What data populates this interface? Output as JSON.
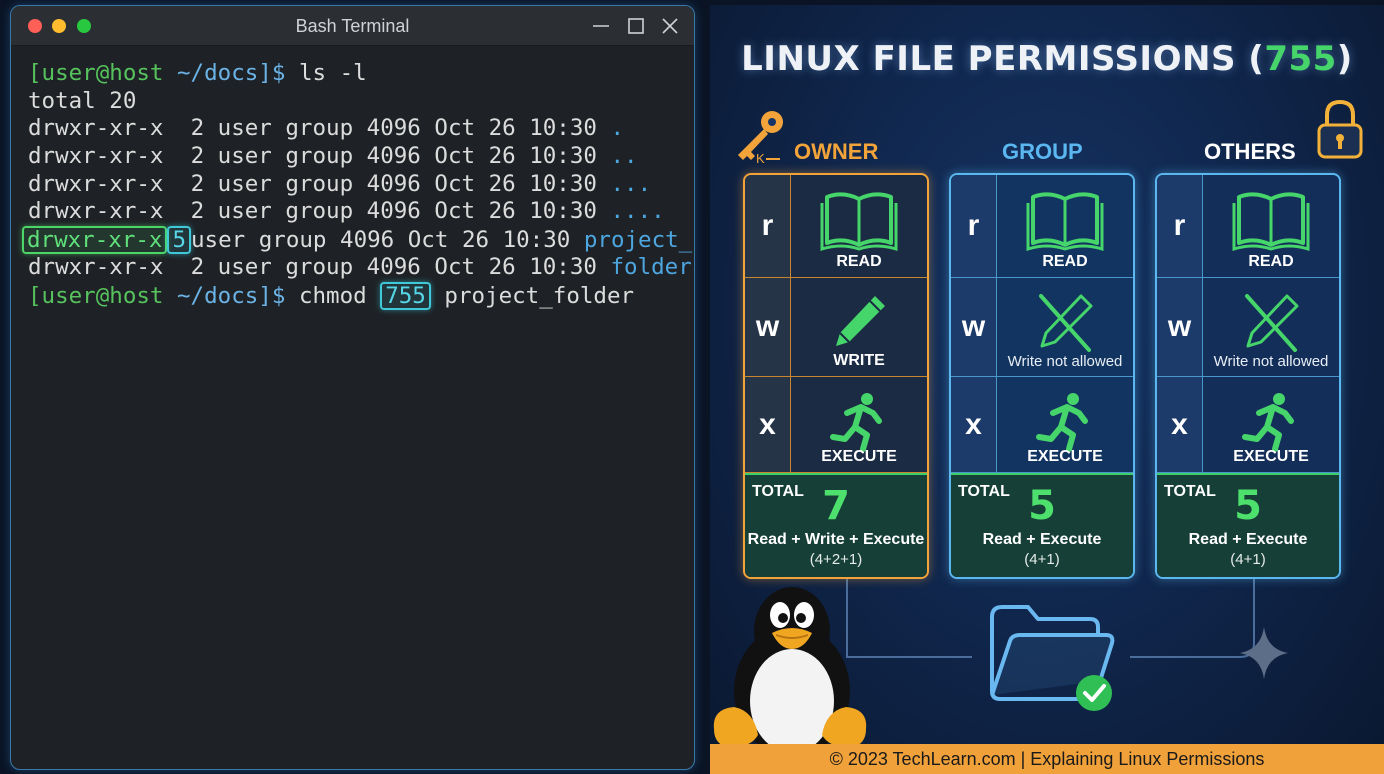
{
  "terminal": {
    "window_title": "Bash Terminal",
    "prompt_user": "[user@host",
    "prompt_path": "~/docs]$",
    "cmd1": "ls -l",
    "total_line": "total 20",
    "rows": [
      {
        "perms": "drwxr-xr-x",
        "links": "2",
        "rest": "user group 4096 Oct 26 10:30",
        "name": "."
      },
      {
        "perms": "drwxr-xr-x",
        "links": "2",
        "rest": "user group 4096 Oct 26 10:30",
        "name": ".."
      },
      {
        "perms": "drwxr-xr-x",
        "links": "2",
        "rest": "user group 4096 Oct 26 10:30",
        "name": "..."
      },
      {
        "perms": "drwxr-xr-x",
        "links": "2",
        "rest": "user group 4096 Oct 26 10:30",
        "name": "...."
      },
      {
        "perms": "drwxr-xr-x",
        "links": "5",
        "rest": "user group 4096 Oct 26 10:30",
        "name": "project_"
      },
      {
        "perms": "drwxr-xr-x",
        "links": "2",
        "rest": "user group 4096 Oct 26 10:30",
        "name": "folder"
      }
    ],
    "cmd2_name": "chmod",
    "cmd2_mode": "755",
    "cmd2_target": "project_folder"
  },
  "info": {
    "title_prefix": "LINUX FILE PERMISSIONS (",
    "title_num": "755",
    "title_suffix": ")",
    "owner": {
      "label": "OWNER",
      "r_letter": "r",
      "r_label": "READ",
      "w_letter": "w",
      "w_label": "WRITE",
      "x_letter": "x",
      "x_label": "EXECUTE",
      "total_label": "TOTAL",
      "total": "7",
      "desc": "Read + Write + Execute",
      "sum": "(4+2+1)"
    },
    "group": {
      "label": "GROUP",
      "r_letter": "r",
      "r_label": "READ",
      "w_letter": "w",
      "w_label": "Write not allowed",
      "x_letter": "x",
      "x_label": "EXECUTE",
      "total_label": "TOTAL",
      "total": "5",
      "desc": "Read + Execute",
      "sum": "(4+1)"
    },
    "others": {
      "label": "OTHERS",
      "r_letter": "r",
      "r_label": "READ",
      "w_letter": "w",
      "w_label": "Write not allowed",
      "x_letter": "x",
      "x_label": "EXECUTE",
      "total_label": "TOTAL",
      "total": "5",
      "desc": "Read + Execute",
      "sum": "(4+1)"
    },
    "key_letter": "K",
    "footer": "© 2023 TechLearn.com | Explaining Linux Permissions"
  },
  "icons": {
    "window_controls": [
      "minimize-icon",
      "maximize-icon",
      "close-icon"
    ],
    "permissions": [
      "book-icon",
      "pencil-icon",
      "pencil-crossed-icon",
      "running-person-icon"
    ],
    "decor": [
      "key-icon",
      "lock-icon",
      "folder-check-icon",
      "sparkle-icon",
      "tux-penguin"
    ]
  },
  "colors": {
    "owner_accent": "#f2a43a",
    "group_accent": "#5ab7ef",
    "allowed_green": "#46d56a",
    "prompt_green": "#57c35d",
    "dir_blue": "#4da6df",
    "highlight_cyan": "#3ec8d8"
  }
}
